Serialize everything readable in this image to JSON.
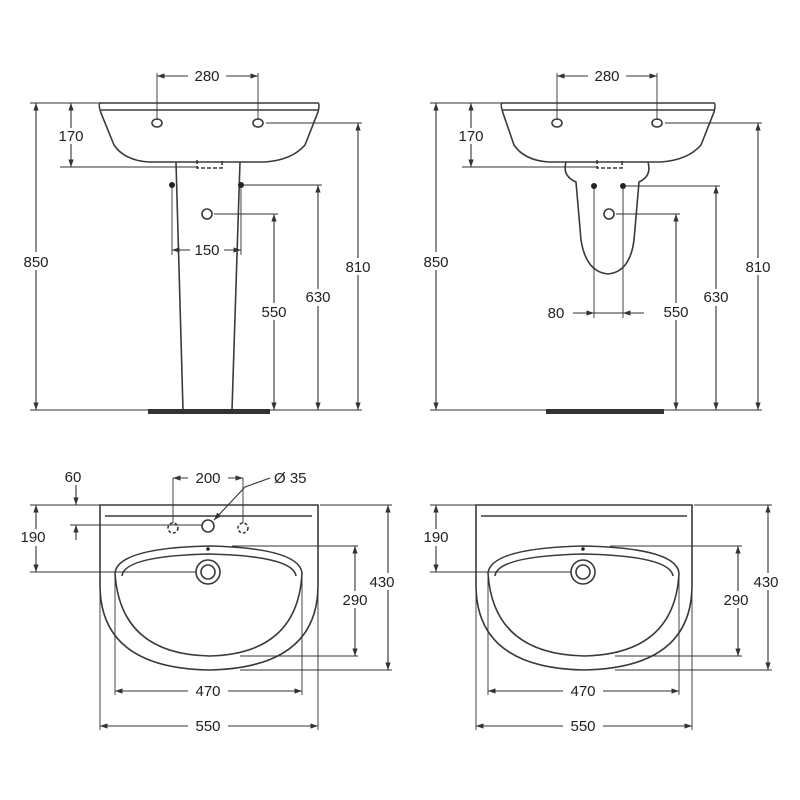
{
  "pedestal_view": {
    "tap_spacing": "280",
    "overflow_height": "170",
    "total_height": "850",
    "pedestal_spacing": "150",
    "waste_height": "550",
    "supply_height": "630",
    "rim_height": "810"
  },
  "semi_pedestal_view": {
    "tap_spacing": "280",
    "overflow_height": "170",
    "total_height": "850",
    "fixing_spacing": "80",
    "waste_height": "550",
    "supply_height": "630",
    "rim_height": "810"
  },
  "plan_three_hole": {
    "hole_offset": "60",
    "hole_spacing": "200",
    "hole_diameter": "Ø 35",
    "waste_offset": "190",
    "bowl_depth": "290",
    "total_depth": "430",
    "bowl_width": "470",
    "total_width": "550"
  },
  "plan_one_hole": {
    "waste_offset": "190",
    "bowl_depth": "290",
    "total_depth": "430",
    "bowl_width": "470",
    "total_width": "550"
  },
  "colors": {
    "line": "#3a3a3a",
    "text": "#222222",
    "background": "#ffffff"
  }
}
